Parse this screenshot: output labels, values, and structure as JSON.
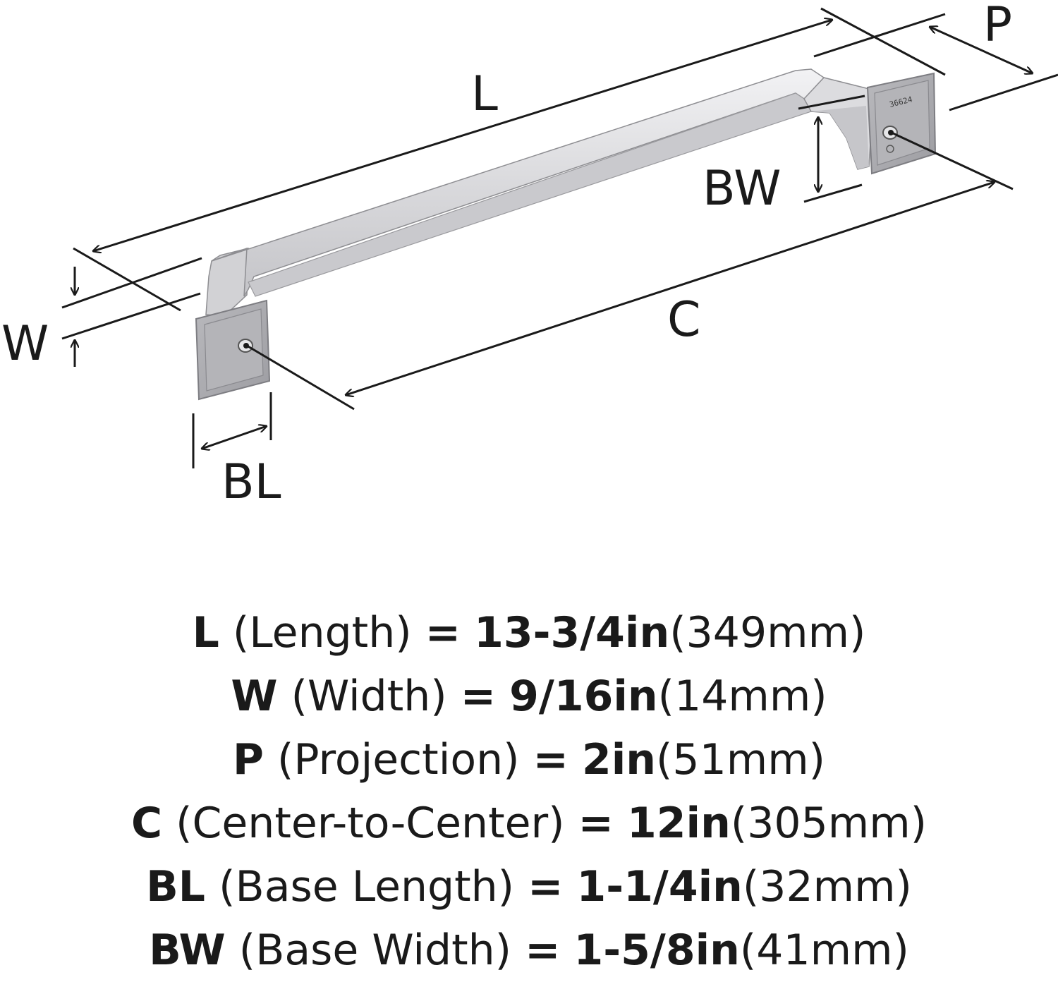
{
  "diagram": {
    "part_number": "36624",
    "labels": {
      "L": "L",
      "P": "P",
      "BW": "BW",
      "W": "W",
      "C": "C",
      "BL": "BL"
    },
    "colors": {
      "ink": "#1a1a1a",
      "metal": "#d4d4d6",
      "metal_light": "#ececee",
      "metal_dark": "#a9a9ad",
      "base": "#a8a8ac",
      "base_inner": "#b7b7bb"
    }
  },
  "specs": [
    {
      "key": "L",
      "desc": "(Length)",
      "eq": "=",
      "imperial": "13-3/4in",
      "metric": "(349mm)"
    },
    {
      "key": "W",
      "desc": "(Width)",
      "eq": "=",
      "imperial": "9/16in",
      "metric": "(14mm)"
    },
    {
      "key": "P",
      "desc": "(Projection)",
      "eq": "=",
      "imperial": "2in",
      "metric": "(51mm)"
    },
    {
      "key": "C",
      "desc": "(Center-to-Center)",
      "eq": "=",
      "imperial": "12in",
      "metric": "(305mm)"
    },
    {
      "key": "BL",
      "desc": "(Base Length)",
      "eq": "=",
      "imperial": "1-1/4in",
      "metric": "(32mm)"
    },
    {
      "key": "BW",
      "desc": "(Base Width)",
      "eq": "=",
      "imperial": "1-5/8in",
      "metric": "(41mm)"
    }
  ]
}
